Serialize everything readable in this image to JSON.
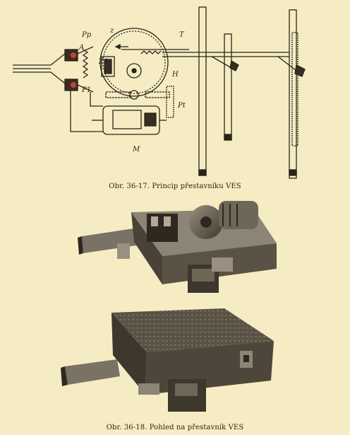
{
  "figures": [
    {
      "caption": "Obr. 36-17. Princip přestavníku VES",
      "labels": {
        "pp": "Pp",
        "z": "z",
        "t": "T",
        "z1": "Z1",
        "h": "H",
        "p1": "P1",
        "pt": "Pt",
        "m": "M",
        "a": "A"
      }
    },
    {
      "caption": "Obr. 36-18. Pohled na přestavník VES"
    }
  ]
}
